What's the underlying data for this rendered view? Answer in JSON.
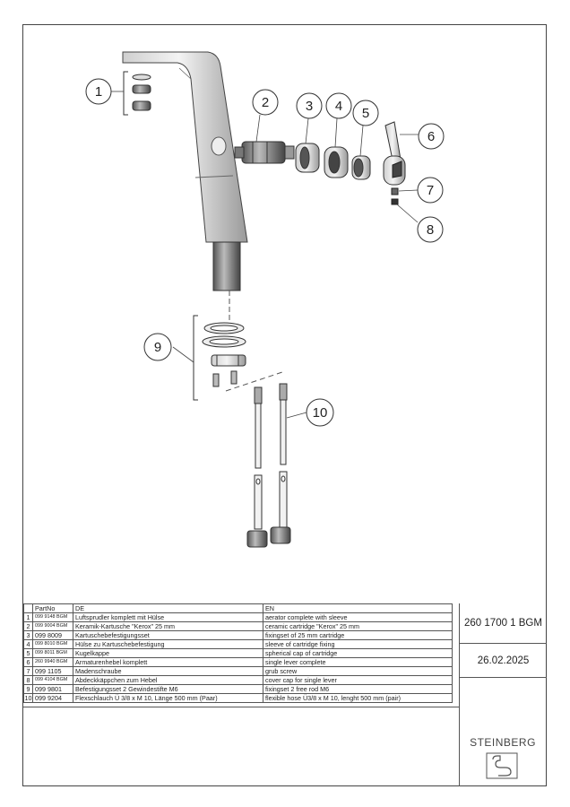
{
  "callouts": [
    "1",
    "2",
    "3",
    "4",
    "5",
    "6",
    "7",
    "8",
    "9",
    "10"
  ],
  "table": {
    "headers": [
      "",
      "PartNo",
      "DE",
      "EN"
    ],
    "rows": [
      {
        "idx": "1",
        "part_no": "099 9148 BGM",
        "de": "Luftsprudler komplett mit  Hülse",
        "en": "aerator complete with sleeve"
      },
      {
        "idx": "2",
        "part_no": "099 9004 BGM",
        "de": "Keramik-Kartusche \"Kerox\" 25 mm",
        "en": "ceramic cartridge \"Kerox\" 25 mm"
      },
      {
        "idx": "3",
        "part_no": "099 8009",
        "de": "Kartuschebefestigungsset",
        "en": "fixingset of 25 mm cartridge"
      },
      {
        "idx": "4",
        "part_no": "099 8010 BGM",
        "de": "Hülse zu Kartuschebefestigung",
        "en": "sleeve of cartridge fixing"
      },
      {
        "idx": "5",
        "part_no": "099 8011 BGM",
        "de": "Kugelkappe",
        "en": "spherical cap of cartridge"
      },
      {
        "idx": "6",
        "part_no": "260 9940 BGM",
        "de": "Armaturenhebel komplett",
        "en": "single lever complete"
      },
      {
        "idx": "7",
        "part_no": "099 1105",
        "de": " Madenschraube",
        "en": "grub screw"
      },
      {
        "idx": "8",
        "part_no": "099 4104 BGM",
        "de": "Abdeckkäppchen zum Hebel",
        "en": "cover cap for single lever"
      },
      {
        "idx": "9",
        "part_no": "099 9801",
        "de": "Befestigungsset 2 Gewindestifte M6",
        "en": "fixingset 2 free rod M6"
      },
      {
        "idx": "10",
        "part_no": "099 9204",
        "de": "Flexschlauch Ü 3/8 x M 10, Länge 500 mm (Paar)",
        "en": "flexible hose Ü3/8 x M 10, lenght 500 mm (pair)"
      }
    ]
  },
  "title_block": {
    "article_no": "260 1700 1 BGM",
    "date": "26.02.2025",
    "brand": "STEINBERG",
    "logo_icon": "steinberg-logo-icon"
  },
  "colors": {
    "line": "#444444",
    "fill_dark": "#555555",
    "fill_light": "#e8e8e8"
  }
}
